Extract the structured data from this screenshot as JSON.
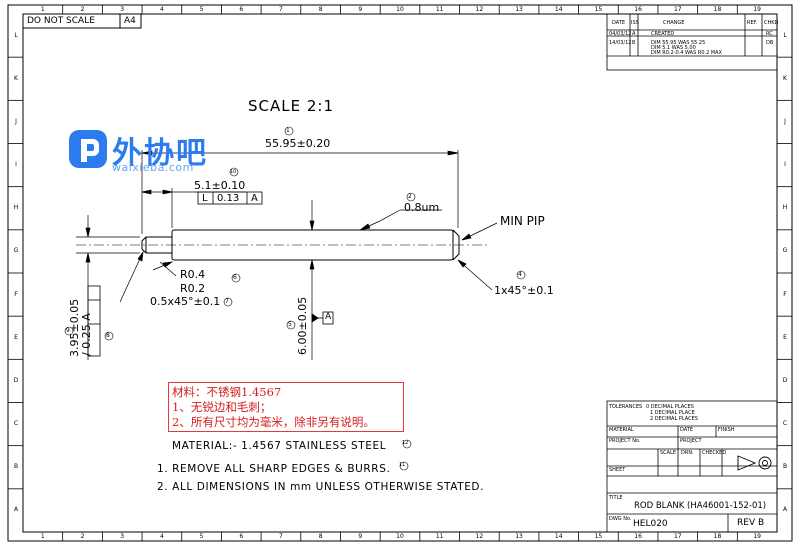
{
  "header": {
    "do_not_scale": "DO NOT SCALE",
    "paper_size": "A4"
  },
  "border": {
    "columns": [
      "1",
      "2",
      "3",
      "4",
      "5",
      "6",
      "7",
      "8",
      "9",
      "10",
      "11",
      "12",
      "13",
      "14",
      "15",
      "16",
      "17",
      "18",
      "19"
    ],
    "rows": [
      "L",
      "K",
      "J",
      "I",
      "H",
      "G",
      "F",
      "E",
      "D",
      "C",
      "B",
      "A"
    ]
  },
  "revision_table": {
    "headers": {
      "date": "DATE",
      "iss": "ISS",
      "change": "CHANGE",
      "ref": "REF.",
      "chkd": "CHKD"
    },
    "rows": [
      {
        "date": "04/03/12",
        "iss": "A",
        "change": [
          "CREATED"
        ],
        "ref": "",
        "chkd": "RC"
      },
      {
        "date": "14/03/12",
        "iss": "B",
        "change": [
          "DIM 55.95 WAS 55.25",
          "DIM 5.1 WAS 5.00",
          "DIM R0.2-0.4 WAS R0.2 MAX"
        ],
        "ref": "",
        "chkd": "DB"
      }
    ]
  },
  "drawing": {
    "scale_label": "SCALE 2:1",
    "length_dim": "55.95±0.20",
    "length_balloon": "1",
    "shoulder_dim": "5.1±0.10",
    "shoulder_balloon": "10",
    "fcf_symbol": "L",
    "fcf_tolerance": "0.13",
    "fcf_datum": "A",
    "surface_finish": "0.8um",
    "surface_balloon": "2",
    "pip_label": "MIN PIP",
    "radius_max": "R0.4",
    "radius_min": "R0.2",
    "radius_balloon": "6",
    "chamfer_left": "0.5x45°±0.1",
    "chamfer_left_balloon": "7",
    "chamfer_right": "1x45°±0.1",
    "chamfer_right_balloon": "4",
    "small_dia": "3.95±0.05",
    "small_dia_balloon": "9",
    "small_dia_fcf_symbol": "/",
    "small_dia_fcf_tol": "0.25",
    "small_dia_fcf_datum": "A",
    "small_dia_balloon2": "8",
    "main_dia": "6.00±0.05",
    "main_dia_balloon": "5",
    "datum_label": "A"
  },
  "watermark": {
    "brand": "外协吧",
    "url": "waixieba.com"
  },
  "chinese_notes": [
    "材料：不锈钢1.4567",
    "1、无锐边和毛刺；",
    "2、所有尺寸均为毫米，除非另有说明。"
  ],
  "english_notes": {
    "material": "MATERIAL:- 1.4567 STAINLESS STEEL",
    "material_balloon": "12",
    "note1": "1. REMOVE ALL SHARP EDGES & BURRS.",
    "note1_balloon": "11",
    "note2": "2. ALL DIMENSIONS IN mm UNLESS OTHERWISE STATED."
  },
  "title_block": {
    "tolerances_label": "TOLERANCES",
    "tol_0": "0 DECIMAL PLACES",
    "tol_1": "1 DECIMAL PLACE",
    "tol_2": "2 DECIMAL PLACES",
    "material_label": "MATERIAL",
    "date_label": "DATE",
    "finish_label": "FINISH",
    "project_label": "PROJECT No.",
    "project2_label": "PROJECT",
    "scale_label": "SCALE",
    "drn_label": "DRN.",
    "checked_label": "CHECKED",
    "sheet_label": "SHEET",
    "title_label": "TITLE",
    "title_value": "ROD BLANK (HA46001-152-01)",
    "dwg_label": "DWG No.",
    "dwg_value": "HEL020",
    "rev_value": "REV B"
  }
}
